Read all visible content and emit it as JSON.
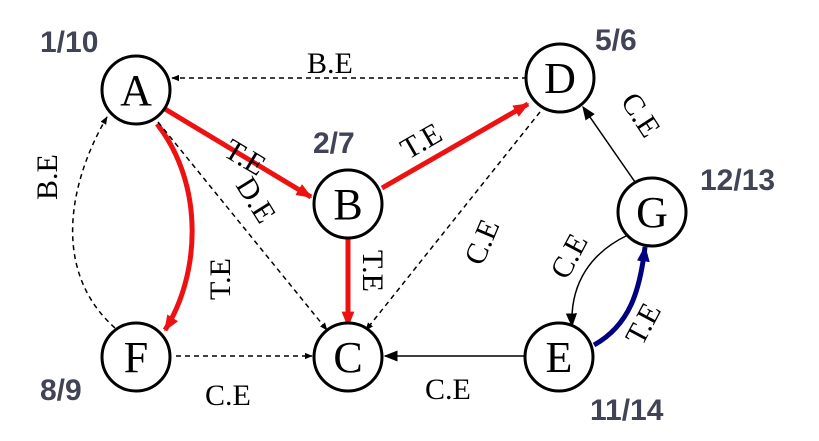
{
  "nodes": {
    "A": {
      "label": "A",
      "time": "1/10"
    },
    "B": {
      "label": "B",
      "time": "2/7"
    },
    "C": {
      "label": "C"
    },
    "D": {
      "label": "D",
      "time": "5/6"
    },
    "E": {
      "label": "E",
      "time": "11/14"
    },
    "F": {
      "label": "F",
      "time": "8/9"
    },
    "G": {
      "label": "G",
      "time": "12/13"
    }
  },
  "edges": {
    "D_A": {
      "from": "D",
      "to": "A",
      "label": "B.E",
      "style": "dashed",
      "color": "#000000"
    },
    "A_B": {
      "from": "A",
      "to": "B",
      "label": "T.E",
      "style": "solid",
      "color": "#ee1111"
    },
    "B_D": {
      "from": "B",
      "to": "D",
      "label": "T.E",
      "style": "solid",
      "color": "#ee1111"
    },
    "A_F": {
      "from": "A",
      "to": "F",
      "label": "T.E",
      "style": "solid",
      "color": "#ee1111"
    },
    "A_C": {
      "from": "A",
      "to": "C",
      "label": "D.E",
      "style": "dashed",
      "color": "#000000"
    },
    "B_C": {
      "from": "B",
      "to": "C",
      "label": "T.E",
      "style": "solid",
      "color": "#ee1111"
    },
    "D_C": {
      "from": "D",
      "to": "C",
      "label": "C.E",
      "style": "dashed",
      "color": "#000000"
    },
    "F_A": {
      "from": "F",
      "to": "A",
      "label": "B.E",
      "style": "dashed",
      "color": "#000000"
    },
    "F_C": {
      "from": "F",
      "to": "C",
      "label": "C.E",
      "style": "dashed",
      "color": "#000000"
    },
    "E_C": {
      "from": "E",
      "to": "C",
      "label": "C.E",
      "style": "solid",
      "color": "#000000"
    },
    "G_D": {
      "from": "G",
      "to": "D",
      "label": "C.E",
      "style": "solid",
      "color": "#000000"
    },
    "G_E": {
      "from": "G",
      "to": "E",
      "label": "C.E",
      "style": "solid",
      "color": "#000000"
    },
    "E_G": {
      "from": "E",
      "to": "G",
      "label": "T.E",
      "style": "solid",
      "color": "#000080"
    }
  }
}
